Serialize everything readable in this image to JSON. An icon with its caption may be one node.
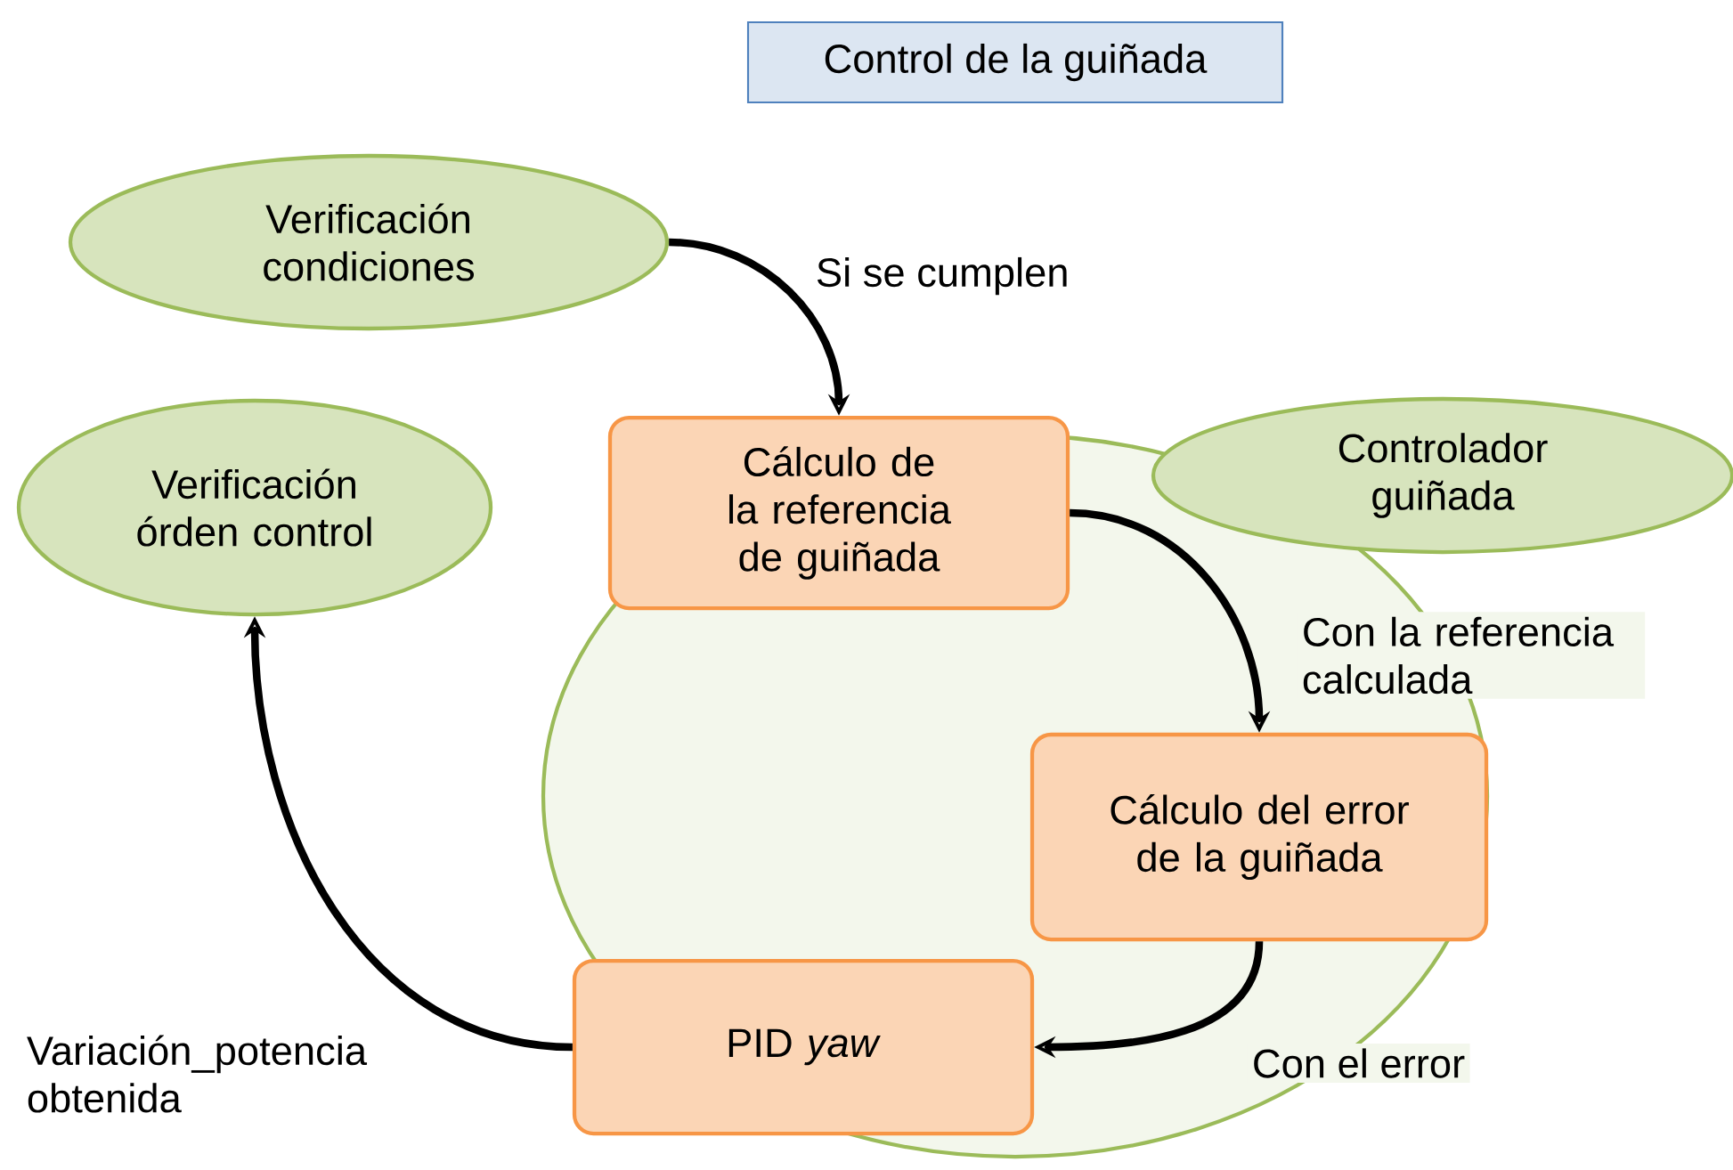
{
  "diagram": {
    "title": "Control de la guiñada",
    "nodes": [
      {
        "text": [
          "Verificación condiciones"
        ]
      },
      {
        "text": [
          "Verificación órden control"
        ]
      },
      {
        "text": [
          "Cálculo de la referencia de guiñada"
        ]
      },
      {
        "text": [
          "Controlador guiñada"
        ]
      },
      {
        "text": [],
        "shape": "ellipse"
      },
      {
        "text": [
          "Cálculo del error de la guiñada"
        ],
        "in": 4
      },
      {
        "text": [
          "PID *yaw*"
        ],
        "in": 4
      }
    ],
    "edges": [
      {
        "from": 0,
        "to": 2,
        "arrow": "to",
        "label": "Si se cumplen"
      },
      {
        "from": 2,
        "to": 5,
        "arrow": "to",
        "label": "Con la referencia calculada"
      },
      {
        "from": 5,
        "to": 6,
        "arrow": "to",
        "label": "Con el error"
      },
      {
        "from": 6,
        "to": 1,
        "arrow": "to",
        "label": "Variación_potencia obtenida"
      }
    ]
  }
}
